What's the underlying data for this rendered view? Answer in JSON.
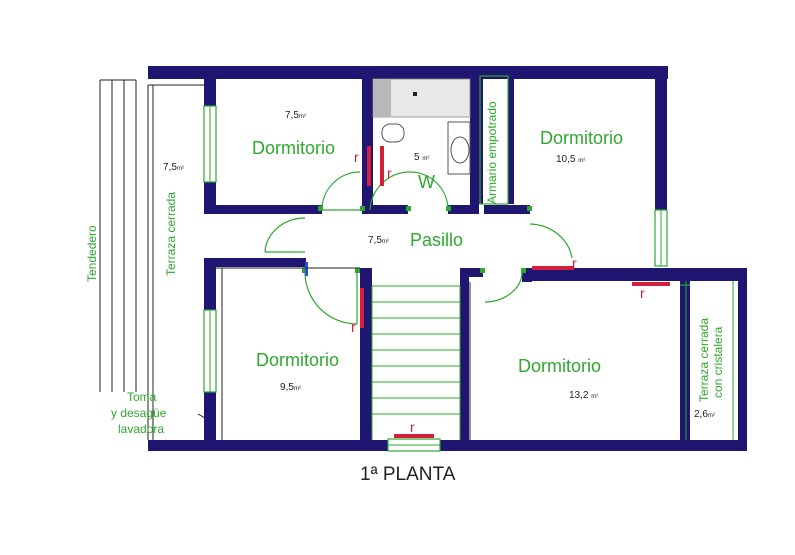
{
  "plan": {
    "title": "1ª PLANTA",
    "rooms": {
      "dorm_top_left": {
        "name": "Dormitorio",
        "area": "7,5",
        "unit": "m²"
      },
      "bathroom": {
        "area": "5",
        "unit": "m²",
        "wc": "W"
      },
      "closet": {
        "name": "Armario empotrado"
      },
      "dorm_top_right": {
        "name": "Dormitorio",
        "area": "10,5",
        "unit": "m²"
      },
      "hallway": {
        "name": "Pasillo",
        "area": "7,5",
        "unit": "m²"
      },
      "dorm_bottom_left": {
        "name": "Dormitorio",
        "area": "9,5",
        "unit": "m²"
      },
      "dorm_bottom_right": {
        "name": "Dormitorio",
        "area": "13,2",
        "unit": "m²"
      },
      "terrace_left": {
        "name": "Terraza cerrada",
        "area": "7,5",
        "unit": "m²"
      },
      "terrace_right": {
        "name": "Terraza cerrada con cristalera",
        "area": "2,6",
        "unit": "m²"
      }
    },
    "clothesline": "Tendedero",
    "washer_note": [
      "Toma",
      "y desagüe",
      "lavadora"
    ],
    "radiator_mark": "r",
    "colors": {
      "wall": "#1e1670",
      "label": "#2ea82e",
      "radiator": "#d41f3c",
      "window": "#2ea82e",
      "text": "#222222"
    }
  }
}
